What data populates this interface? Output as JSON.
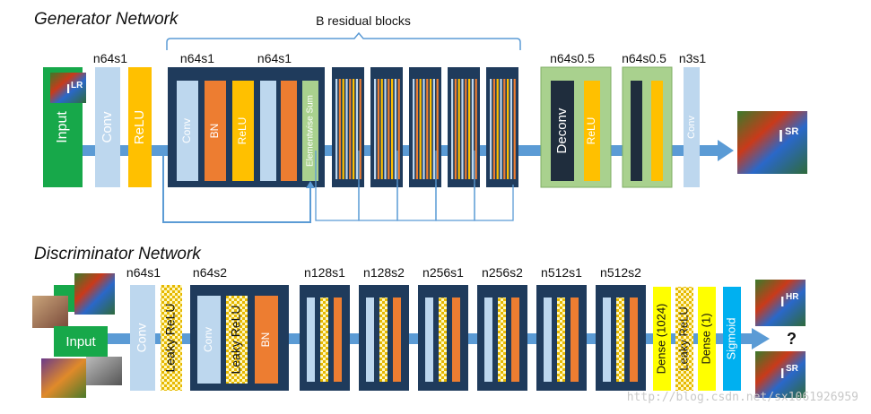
{
  "titles": {
    "generator": "Generator Network",
    "discriminator": "Discriminator Network",
    "residual": "B residual blocks"
  },
  "generator": {
    "input_label": "Input",
    "lr_label": "I",
    "lr_sup": "LR",
    "conv_label": "Conv",
    "relu_label": "ReLU",
    "n_first": "n64s1",
    "n_res_a": "n64s1",
    "n_res_b": "n64s1",
    "res_conv": "Conv",
    "res_bn": "BN",
    "res_relu": "ReLU",
    "res_sum": "Elementwise Sum",
    "n_up1": "n64s0.5",
    "n_up2": "n64s0.5",
    "n_last": "n3s1",
    "deconv": "Deconv",
    "up_relu": "ReLU",
    "last_conv": "Conv",
    "sr_label": "I",
    "sr_sup": "SR"
  },
  "discriminator": {
    "input_label": "Input",
    "n_first": "n64s1",
    "conv_label": "Conv",
    "lrelu_label": "Leaky ReLU",
    "n_block1": "n64s2",
    "blk_conv": "Conv",
    "blk_lrelu": "Leaky ReLU",
    "blk_bn": "BN",
    "blocks": [
      "n128s1",
      "n128s2",
      "n256s1",
      "n256s2",
      "n512s1",
      "n512s2"
    ],
    "dense1": "Dense (1024)",
    "dense_lrelu": "Leaky ReLU",
    "dense2": "Dense (1)",
    "sigmoid": "Sigmoid",
    "hr_label": "I",
    "hr_sup": "HR",
    "sr_label": "I",
    "sr_sup": "SR",
    "question": "?"
  },
  "watermark": "http://blog.csdn.net/sx1061926959",
  "colors": {
    "navy": "#1f3b5c",
    "conv": "#bdd7ee",
    "relu": "#ffc000",
    "bn": "#ed7d31",
    "input": "#17a84a",
    "sum": "#a9d18e",
    "upsample_box": "#a9d18e",
    "deconv": "#1f2d3d",
    "arrow": "#5b9bd5",
    "dense": "#ffff00",
    "sigmoid": "#00b0f0"
  }
}
